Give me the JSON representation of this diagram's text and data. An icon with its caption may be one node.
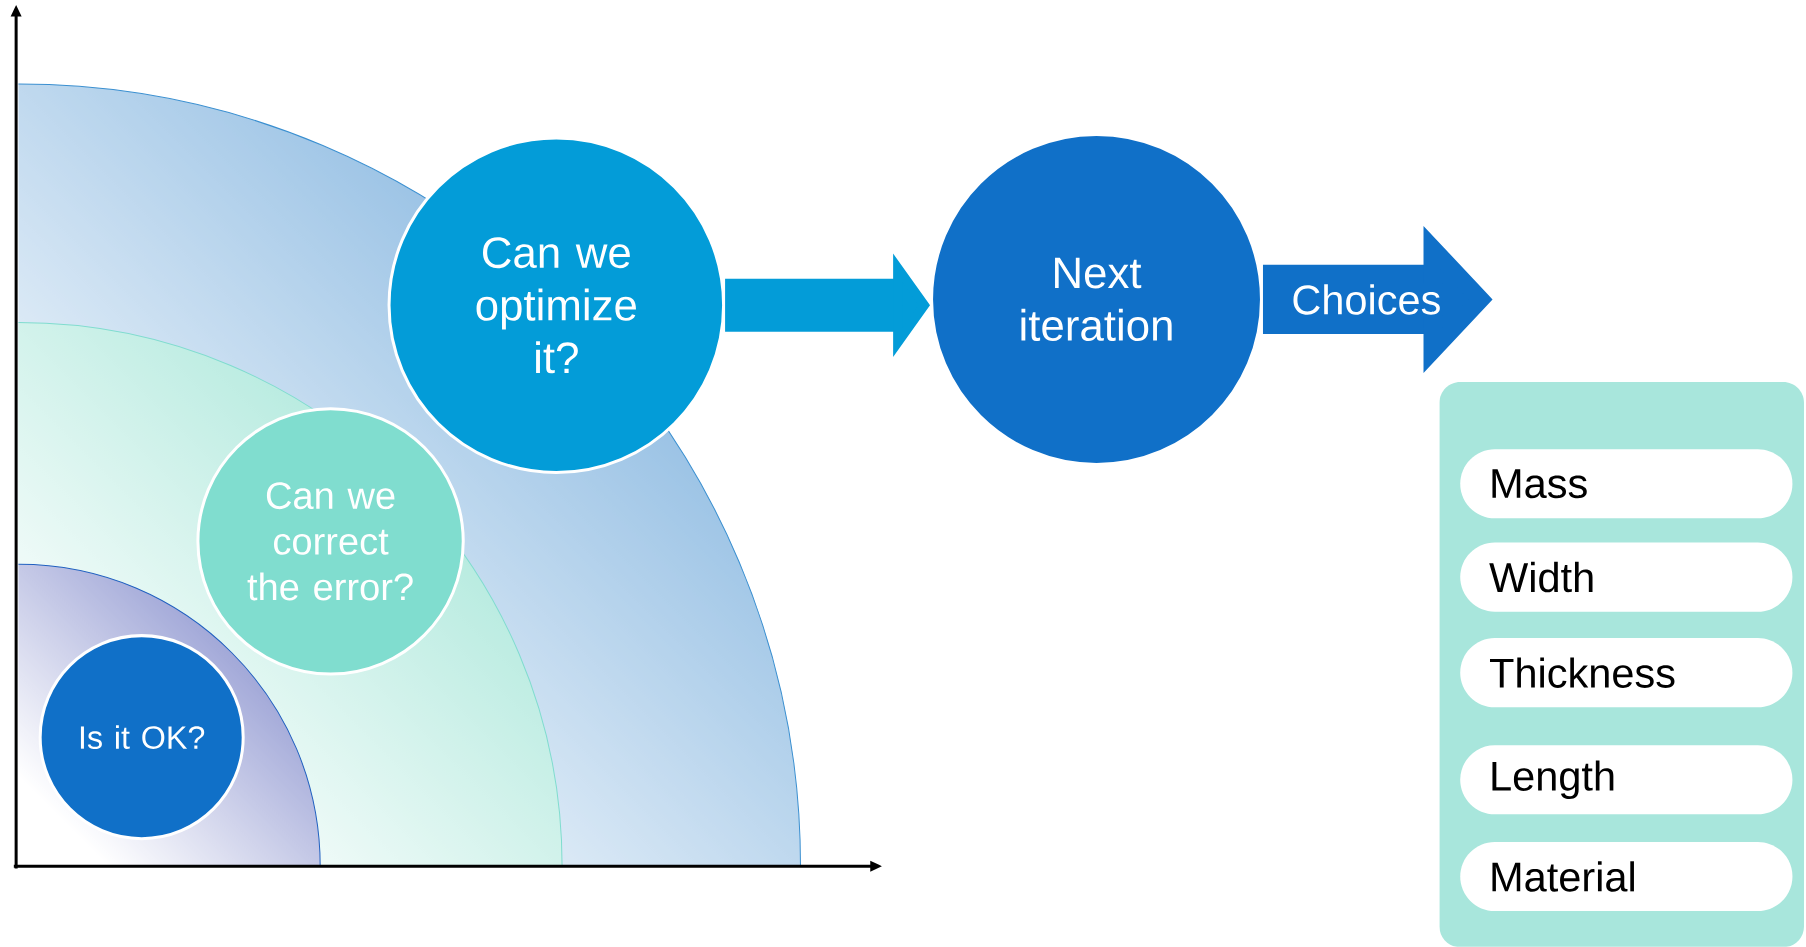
{
  "diagram": {
    "nodes": [
      {
        "text": [
          "Is it OK?"
        ]
      },
      {
        "text": [
          "Can we correct the error?"
        ]
      },
      {
        "text": [
          "Can we optimize it?"
        ]
      },
      {
        "text": [
          "Next iteration"
        ]
      },
      {
        "text": [],
        "shape": "box"
      },
      {
        "text": [
          "Mass"
        ],
        "in": 4
      },
      {
        "text": [
          "Width"
        ],
        "in": 4
      },
      {
        "text": [
          "Thickness"
        ],
        "in": 4
      },
      {
        "text": [
          "Length"
        ],
        "in": 4
      },
      {
        "text": [
          "Material"
        ],
        "in": 4
      }
    ],
    "edges": [
      {
        "from": 2,
        "to": 3,
        "arrow": "to"
      },
      {
        "from": 3,
        "to": null,
        "arrow": "to",
        "label": "Choices",
        "color": "#1070c8"
      }
    ]
  }
}
